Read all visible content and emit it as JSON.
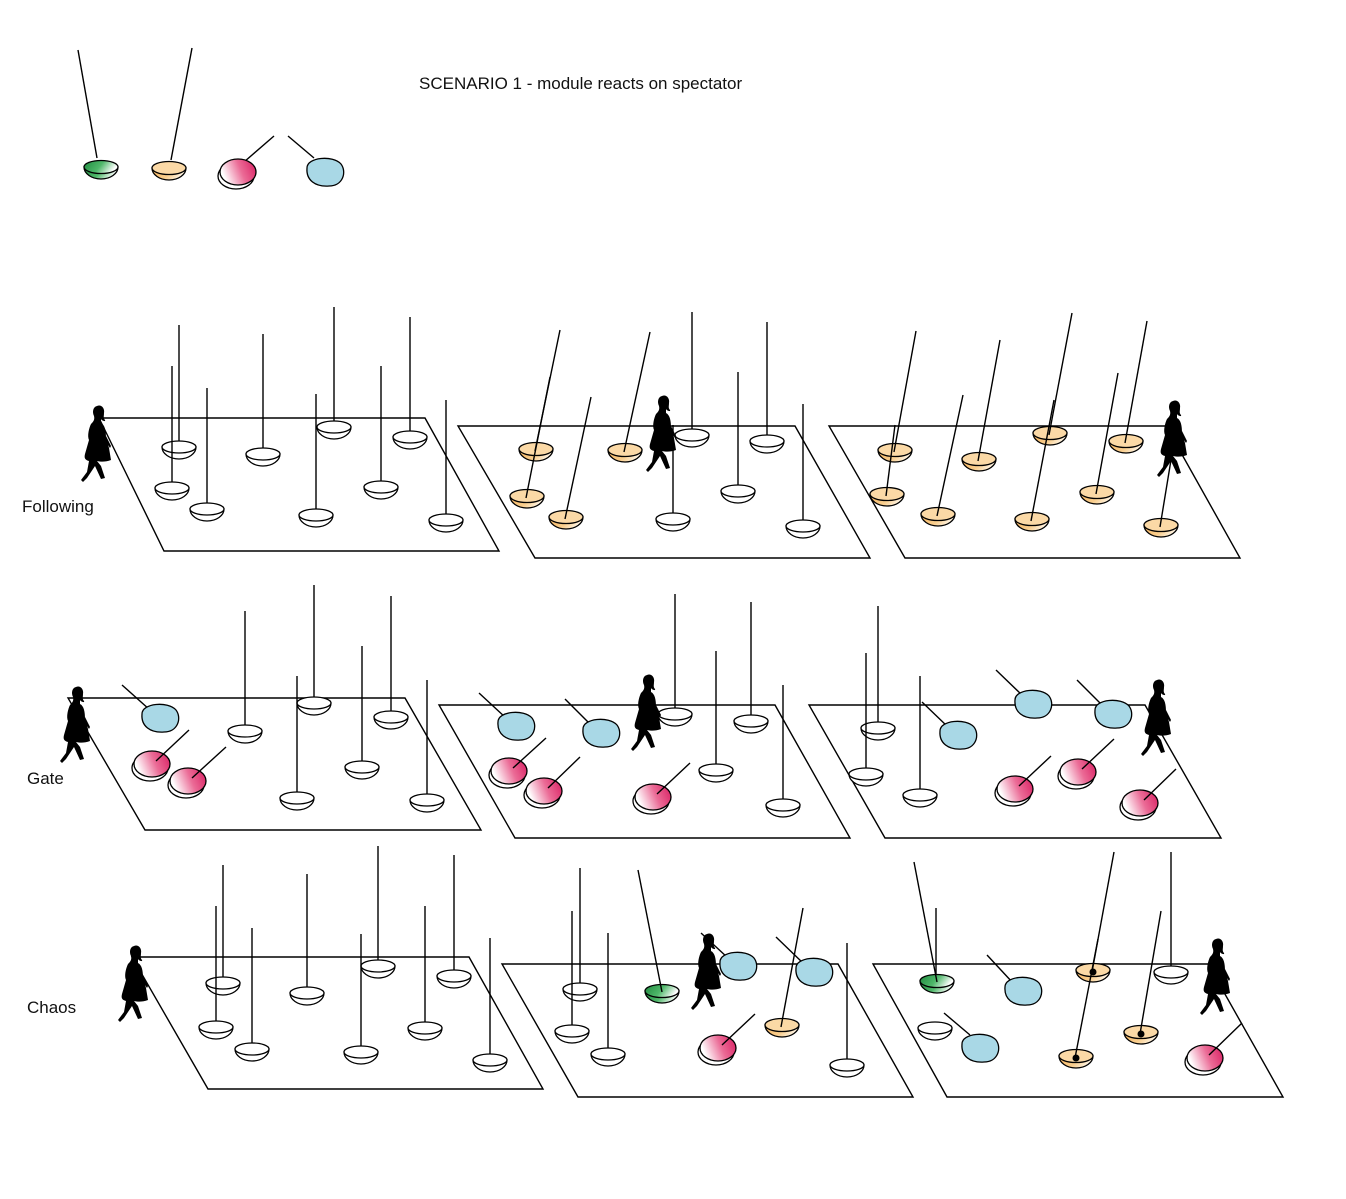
{
  "title": "SCENARIO 1 - module reacts on spectator",
  "rows": [
    {
      "label": "Following"
    },
    {
      "label": "Gate"
    },
    {
      "label": "Chaos"
    }
  ],
  "colors": {
    "green": "#2e9e4f",
    "orange": "#f7c47a",
    "pink": "#e0336e",
    "blue": "#a9d8e6",
    "line": "#000000",
    "white": "#ffffff"
  }
}
